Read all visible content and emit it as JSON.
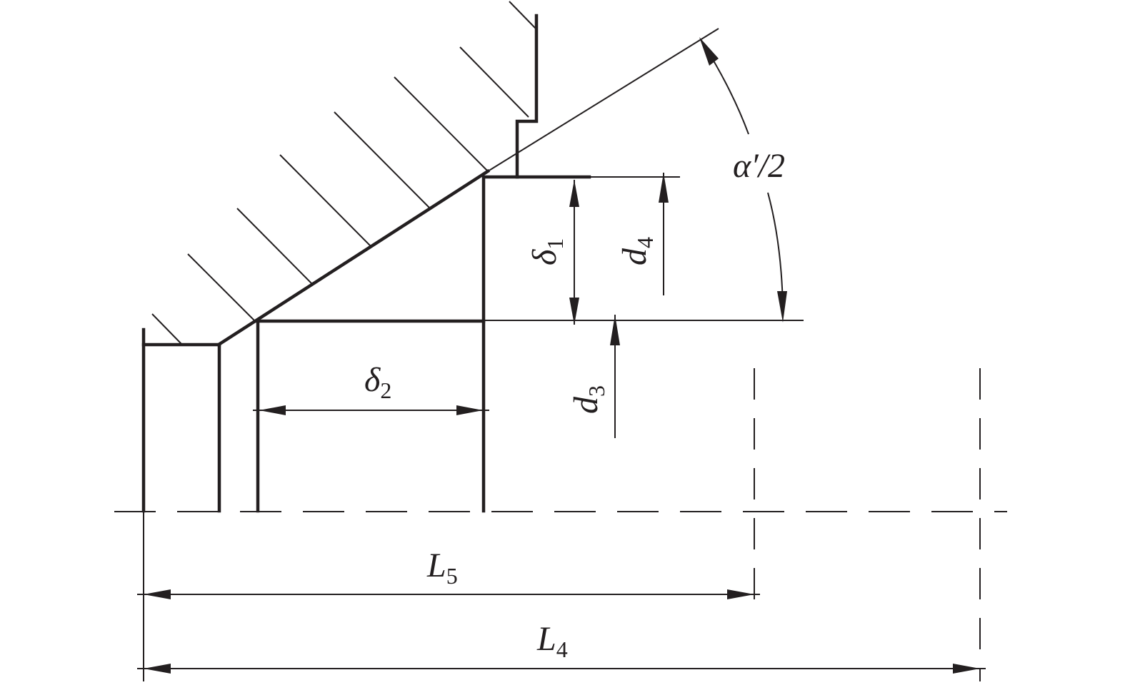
{
  "labels": {
    "alpha_half": "α′/2",
    "delta1": {
      "symbol": "δ",
      "subscript": "1"
    },
    "delta2": {
      "symbol": "δ",
      "subscript": "2"
    },
    "d3": {
      "symbol": "d",
      "subscript": "3"
    },
    "d4": {
      "symbol": "d",
      "subscript": "4"
    },
    "L4": {
      "symbol": "L",
      "subscript": "4"
    },
    "L5": {
      "symbol": "L",
      "subscript": "5"
    }
  },
  "colors": {
    "line": "#231f20",
    "background": "#ffffff"
  }
}
